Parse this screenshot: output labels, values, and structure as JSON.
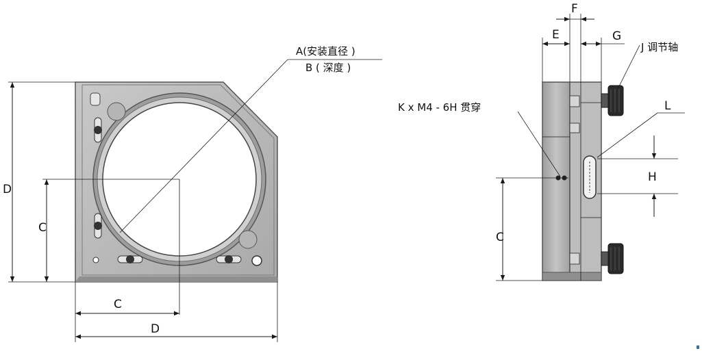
{
  "front_view": {
    "label_a": "A(安装直径 )",
    "label_b": "B ( 深度 )",
    "dim_d_vertical": "D",
    "dim_c_vertical": "C",
    "dim_c_horizontal": "C",
    "dim_d_horizontal": "D"
  },
  "side_view": {
    "label_f": "F",
    "label_e": "E",
    "label_g": "G",
    "label_j": "J 调节轴",
    "label_k": "K x  M4 - 6H 贯穿",
    "label_l": "L",
    "label_h": "H",
    "label_c": "C"
  },
  "colors": {
    "body_fill": "#b9b9b9",
    "body_edge": "#6e6e6e",
    "line": "#1a1a1a",
    "knob": "#2a2a2a"
  }
}
